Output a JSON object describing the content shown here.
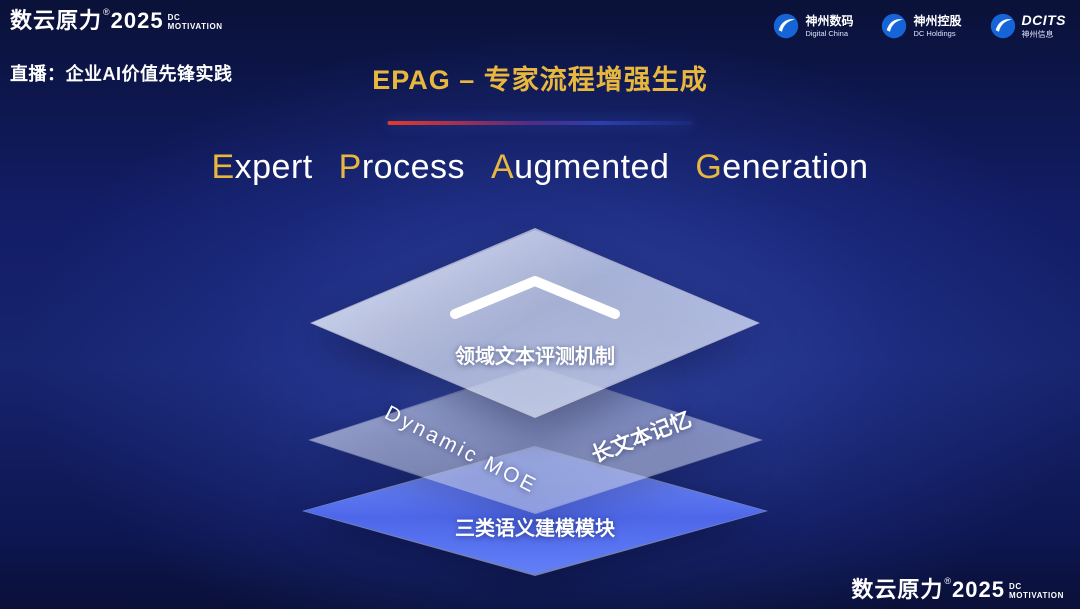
{
  "colors": {
    "accent_gold": "#e8b73e",
    "layer_blue": "#5a78f2",
    "background_navy": "#0d1544",
    "divider_red": "#e23b28",
    "divider_blue": "#2b3fae",
    "logo_blue": "#1565d8"
  },
  "brand": {
    "name": "数云原力",
    "reg": "®",
    "year": "2025",
    "sub_line1": "DC",
    "sub_line2": "MOTIVATION"
  },
  "header": {
    "live_label": "直播：企业AI价值先锋实践",
    "partner_logos": [
      {
        "line1": "神州数码",
        "line2": "Digital China"
      },
      {
        "line1": "神州控股",
        "line2": "DC Holdings"
      },
      {
        "line1": "DCITS",
        "line2": "神州信息"
      }
    ]
  },
  "title": {
    "cn": "EPAG – 专家流程增强生成",
    "en_words": [
      {
        "lead": "E",
        "rest": "xpert"
      },
      {
        "lead": "P",
        "rest": "rocess"
      },
      {
        "lead": "A",
        "rest": "ugmented"
      },
      {
        "lead": "G",
        "rest": "eneration"
      }
    ]
  },
  "diagram": {
    "top_layer_label": "领域文本评测机制",
    "middle_layer_left_label": "Dynamic MOE",
    "middle_layer_right_label": "长文本记忆",
    "bottom_layer_label": "三类语义建模模块"
  }
}
